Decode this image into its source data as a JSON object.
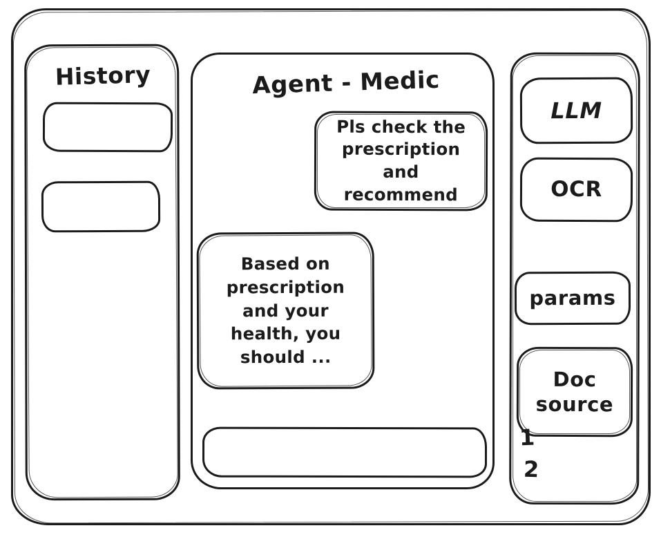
{
  "theme": {
    "ink": "#1b1b1b",
    "background": "#ffffff"
  },
  "history": {
    "title": "History",
    "items": [
      {
        "label": ""
      },
      {
        "label": ""
      }
    ]
  },
  "chat": {
    "title": "Agent - Medic",
    "user_message": "Pls check the prescription and recommend",
    "agent_message": "Based on prescription and your health, you should ...",
    "input_value": ""
  },
  "tools": {
    "buttons": [
      {
        "label": "LLM"
      },
      {
        "label": "OCR"
      },
      {
        "label": "params"
      },
      {
        "label": "Doc source"
      }
    ],
    "doc_list": [
      "1",
      "2"
    ]
  }
}
